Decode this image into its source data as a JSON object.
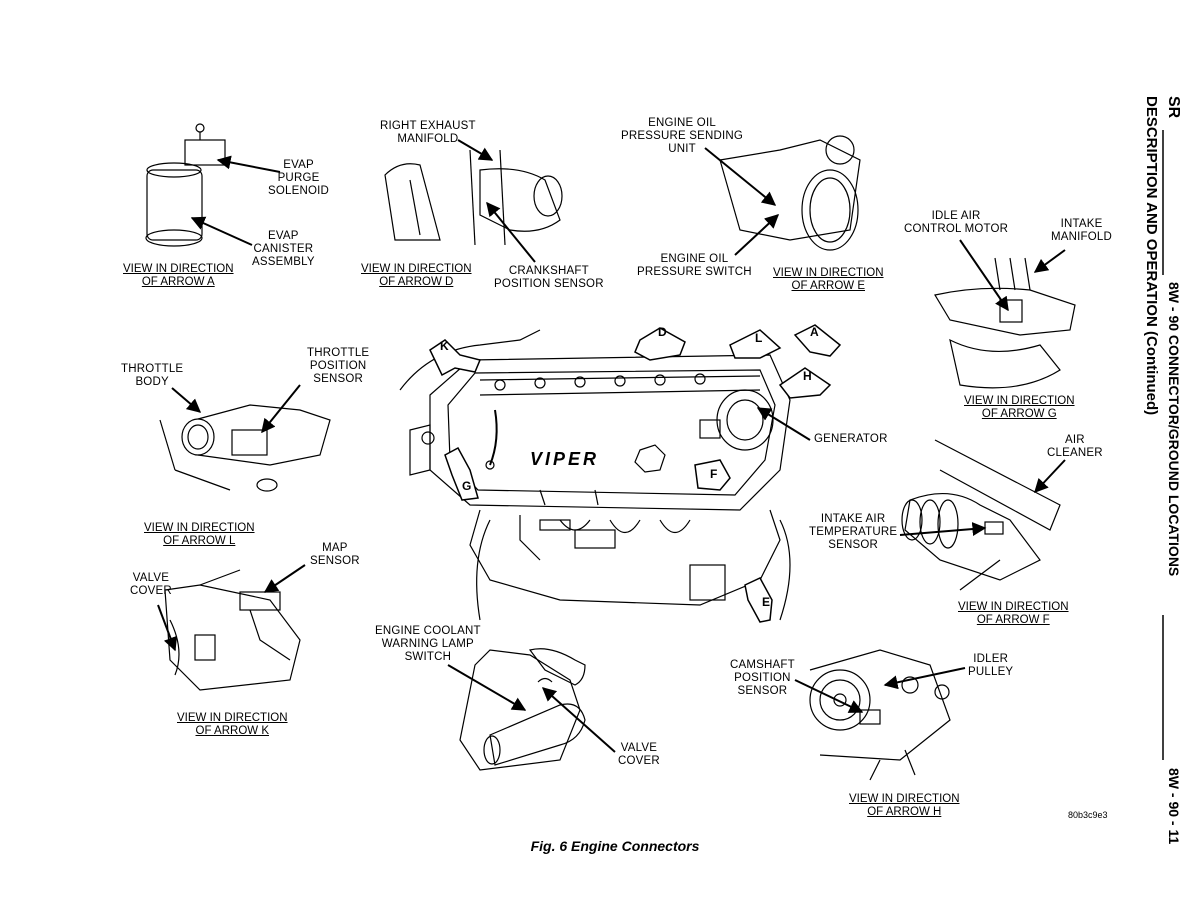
{
  "header": {
    "section_code": "SR",
    "section_title": "8W - 90 CONNECTOR/GROUND LOCATIONS",
    "page_number": "8W - 90 - 11",
    "subtitle": "DESCRIPTION AND OPERATION (Continued)"
  },
  "figure": {
    "caption": "Fig. 6 Engine Connectors",
    "code": "80b3c9e3"
  },
  "labels": {
    "evap_purge": "EVAP\nPURGE\nSOLENOID",
    "evap_canister": "EVAP\nCANISTER\nASSEMBLY",
    "right_exhaust": "RIGHT EXHAUST\nMANIFOLD",
    "crankshaft": "CRANKSHAFT\nPOSITION SENSOR",
    "oil_pressure_unit": "ENGINE OIL\nPRESSURE SENDING\nUNIT",
    "oil_pressure_switch": "ENGINE OIL\nPRESSURE SWITCH",
    "idle_air": "IDLE AIR\nCONTROL MOTOR",
    "intake_manifold": "INTAKE\nMANIFOLD",
    "throttle_body": "THROTTLE\nBODY",
    "throttle_position": "THROTTLE\nPOSITION\nSENSOR",
    "generator": "GENERATOR",
    "air_cleaner": "AIR\nCLEANER",
    "intake_air_temp": "INTAKE AIR\nTEMPERATURE\nSENSOR",
    "valve_cover_k": "VALVE\nCOVER",
    "map_sensor": "MAP\nSENSOR",
    "coolant_switch": "ENGINE COOLANT\nWARNING LAMP\nSWITCH",
    "valve_cover_e": "VALVE\nCOVER",
    "camshaft": "CAMSHAFT\nPOSITION\nSENSOR",
    "idler_pulley": "IDLER\nPULLEY"
  },
  "views": {
    "a": "VIEW IN DIRECTION\nOF ARROW A",
    "d": "VIEW IN DIRECTION\nOF ARROW D",
    "e": "VIEW IN DIRECTION\nOF ARROW E",
    "g": "VIEW IN DIRECTION\nOF ARROW G",
    "l": "VIEW IN DIRECTION\nOF ARROW L",
    "f": "VIEW IN DIRECTION\nOF ARROW F",
    "k": "VIEW IN DIRECTION\nOF ARROW K",
    "h": "VIEW IN DIRECTION\nOF ARROW H"
  },
  "arrow_letters": {
    "k": "K",
    "d": "D",
    "l": "L",
    "a": "A",
    "h": "H",
    "g": "G",
    "f": "F",
    "e": "E"
  },
  "engine_logo": "VIPER"
}
